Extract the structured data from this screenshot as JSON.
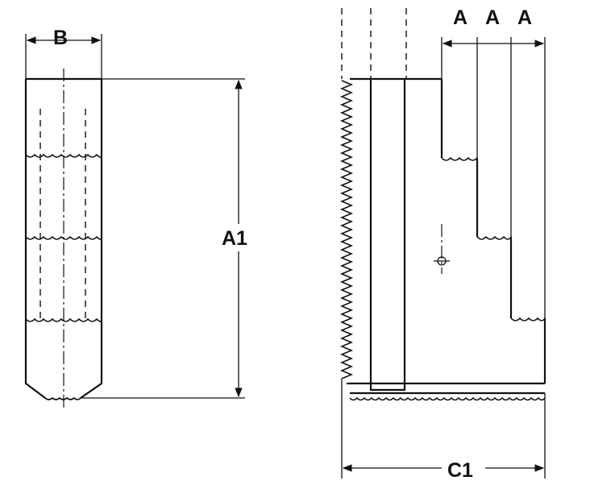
{
  "labels": {
    "width_b": "B",
    "height_a1": "A1",
    "step_a_1": "A",
    "step_a_2": "A",
    "step_a_3": "A",
    "length_c1": "C1"
  },
  "colors": {
    "line": "#111111",
    "background": "#ffffff"
  }
}
